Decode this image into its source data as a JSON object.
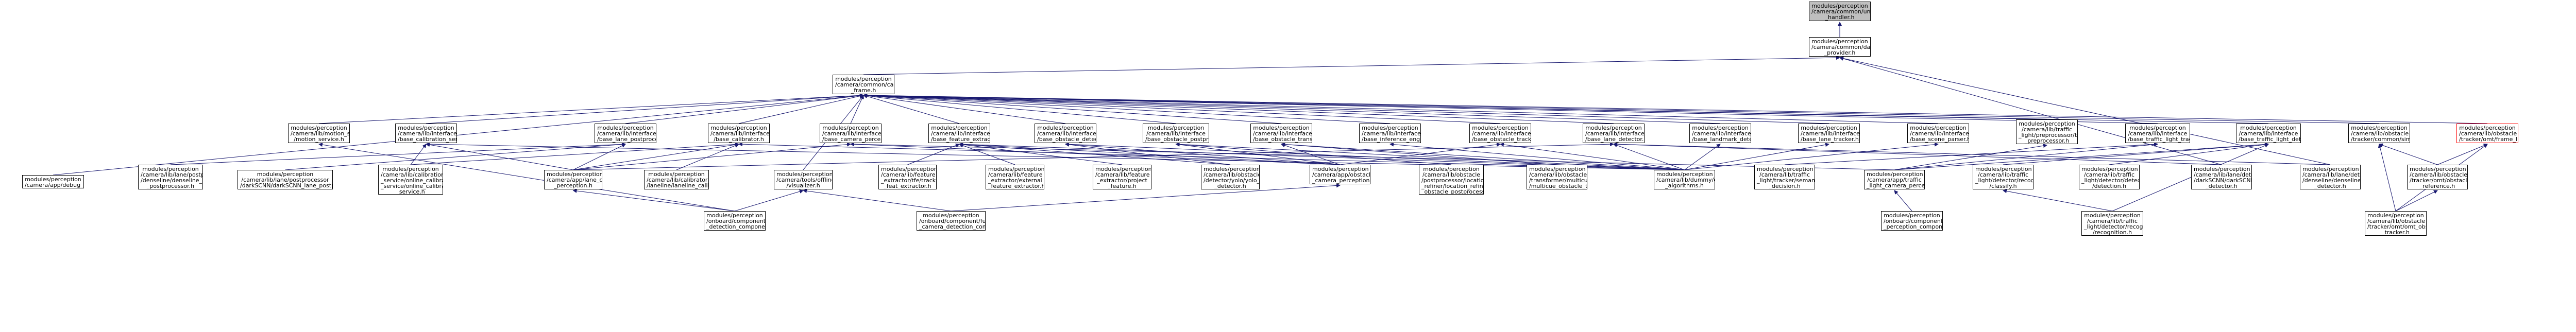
{
  "graph": {
    "nodes": [
      {
        "id": "n0",
        "kind": "root",
        "lines": [
          "modules/perception",
          "/camera/common/undistortion",
          "_handler.h"
        ]
      },
      {
        "id": "n1",
        "lines": [
          "modules/perception",
          "/camera/common/data",
          "_provider.h"
        ]
      },
      {
        "id": "n2",
        "lines": [
          "modules/perception",
          "/camera/common/camera",
          "_frame.h"
        ]
      },
      {
        "id": "n3",
        "lines": [
          "modules/perception",
          "/camera/lib/motion_service",
          "/motion_service.h"
        ]
      },
      {
        "id": "n4",
        "lines": [
          "modules/perception",
          "/camera/lib/interface",
          "/base_calibration_service.h"
        ]
      },
      {
        "id": "n5",
        "lines": [
          "modules/perception",
          "/camera/lib/interface",
          "/base_lane_postprocessor.h"
        ]
      },
      {
        "id": "n6",
        "lines": [
          "modules/perception",
          "/camera/lib/interface",
          "/base_calibrator.h"
        ]
      },
      {
        "id": "n7",
        "lines": [
          "modules/perception",
          "/camera/lib/interface",
          "/base_camera_perception.h"
        ]
      },
      {
        "id": "n8",
        "lines": [
          "modules/perception",
          "/camera/lib/interface",
          "/base_feature_extractor.h"
        ]
      },
      {
        "id": "n9",
        "lines": [
          "modules/perception",
          "/camera/lib/interface",
          "/base_obstacle_detector.h"
        ]
      },
      {
        "id": "n10",
        "lines": [
          "modules/perception",
          "/camera/lib/interface",
          "/base_obstacle_postprocessor.h"
        ]
      },
      {
        "id": "n11",
        "lines": [
          "modules/perception",
          "/camera/lib/interface",
          "/base_obstacle_transformer.h"
        ]
      },
      {
        "id": "n12",
        "lines": [
          "modules/perception",
          "/camera/lib/interface",
          "/base_inference_engine.h"
        ]
      },
      {
        "id": "n13",
        "lines": [
          "modules/perception",
          "/camera/lib/interface",
          "/base_obstacle_tracker.h"
        ]
      },
      {
        "id": "n14",
        "lines": [
          "modules/perception",
          "/camera/lib/interface",
          "/base_lane_detector.h"
        ]
      },
      {
        "id": "n15",
        "lines": [
          "modules/perception",
          "/camera/lib/interface",
          "/base_landmark_detector.h"
        ]
      },
      {
        "id": "n16",
        "lines": [
          "modules/perception",
          "/camera/lib/interface",
          "/base_lane_tracker.h"
        ]
      },
      {
        "id": "n17",
        "lines": [
          "modules/perception",
          "/camera/lib/interface",
          "/base_scene_parser.h"
        ]
      },
      {
        "id": "n18",
        "lines": [
          "modules/perception",
          "/camera/lib/traffic",
          "_light/preprocessor/tl",
          "_preprocessor.h"
        ]
      },
      {
        "id": "n19",
        "lines": [
          "modules/perception",
          "/camera/lib/interface",
          "/base_traffic_light_tracker.h"
        ]
      },
      {
        "id": "n20",
        "lines": [
          "modules/perception",
          "/camera/lib/interface",
          "/base_traffic_light_detector.h"
        ]
      },
      {
        "id": "n21",
        "lines": [
          "modules/perception",
          "/camera/lib/obstacle",
          "/tracker/common/similar.h"
        ]
      },
      {
        "id": "n22",
        "kind": "red",
        "lines": [
          "modules/perception",
          "/camera/lib/obstacle",
          "/tracker/omt/frame_list.h"
        ]
      },
      {
        "id": "n23",
        "lines": [
          "modules/perception",
          "/camera/app/debug_info.h"
        ]
      },
      {
        "id": "n24",
        "lines": [
          "modules/perception",
          "/camera/lib/lane/postprocessor",
          "/denseline/denseline_lane",
          "_postprocessor.h"
        ]
      },
      {
        "id": "n25",
        "lines": [
          "modules/perception",
          "/camera/lib/lane/postprocessor",
          "/darkSCNN/darkSCNN_lane_postprocessor.h"
        ]
      },
      {
        "id": "n26",
        "lines": [
          "modules/perception",
          "/camera/lib/calibration",
          "_service/online_calibration",
          "_service/online_calibration",
          "_service.h"
        ]
      },
      {
        "id": "n27",
        "lines": [
          "modules/perception",
          "/camera/app/lane_camera",
          "_perception.h"
        ]
      },
      {
        "id": "n28",
        "lines": [
          "modules/perception",
          "/camera/lib/calibrator",
          "/laneline/laneline_calibrator.h"
        ]
      },
      {
        "id": "n29",
        "lines": [
          "modules/perception",
          "/camera/tools/offline",
          "/visualizer.h"
        ]
      },
      {
        "id": "n30",
        "lines": [
          "modules/perception",
          "/camera/lib/feature",
          "_extractor/tfe/tracking",
          "_feat_extractor.h"
        ]
      },
      {
        "id": "n31",
        "lines": [
          "modules/perception",
          "/camera/lib/feature",
          "_extractor/external",
          "_feature_extractor.h"
        ]
      },
      {
        "id": "n32",
        "lines": [
          "modules/perception",
          "/camera/lib/feature",
          "_extractor/project",
          "_feature.h"
        ]
      },
      {
        "id": "n33",
        "lines": [
          "modules/perception",
          "/camera/lib/obstacle",
          "/detector/yolo/yolo_obstacle",
          "_detector.h"
        ]
      },
      {
        "id": "n34",
        "lines": [
          "modules/perception",
          "/camera/app/obstacle",
          "_camera_perception.h"
        ]
      },
      {
        "id": "n35",
        "lines": [
          "modules/perception",
          "/camera/lib/obstacle",
          "/postprocessor/location",
          "_refiner/location_refiner",
          "_obstacle_postprocessor.h"
        ]
      },
      {
        "id": "n36",
        "lines": [
          "modules/perception",
          "/camera/lib/obstacle",
          "/transformer/multicue",
          "/multicue_obstacle_transformer.h"
        ]
      },
      {
        "id": "n37",
        "lines": [
          "modules/perception",
          "/camera/lib/dummy/dummy",
          "_algorithms.h"
        ]
      },
      {
        "id": "n38",
        "lines": [
          "modules/perception",
          "/camera/lib/traffic",
          "_light/tracker/semantic",
          "_decision.h"
        ]
      },
      {
        "id": "n39",
        "lines": [
          "modules/perception",
          "/camera/app/traffic",
          "_light_camera_perception.h"
        ]
      },
      {
        "id": "n40",
        "lines": [
          "modules/perception",
          "/camera/lib/traffic",
          "_light/detector/recognition",
          "/classify.h"
        ]
      },
      {
        "id": "n41",
        "lines": [
          "modules/perception",
          "/camera/lib/traffic",
          "_light/detector/detection",
          "/detection.h"
        ]
      },
      {
        "id": "n42",
        "lines": [
          "modules/perception",
          "/camera/lib/lane/detector",
          "/darkSCNN/darkSCNN_lane",
          "_detector.h"
        ]
      },
      {
        "id": "n43",
        "lines": [
          "modules/perception",
          "/camera/lib/lane/detector",
          "/denseline/denseline_lane",
          "_detector.h"
        ]
      },
      {
        "id": "n44",
        "lines": [
          "modules/perception",
          "/camera/lib/obstacle",
          "/tracker/omt/obstacle",
          "_reference.h"
        ]
      },
      {
        "id": "n45",
        "lines": [
          "modules/perception",
          "/onboard/component/lane",
          "_detection_component.h"
        ]
      },
      {
        "id": "n46",
        "lines": [
          "modules/perception",
          "/onboard/component/fusion",
          "_camera_detection_component.h"
        ]
      },
      {
        "id": "n47",
        "lines": [
          "modules/perception",
          "/onboard/component/trafficlights",
          "_perception_component.h"
        ]
      },
      {
        "id": "n48",
        "lines": [
          "modules/perception",
          "/camera/lib/traffic",
          "_light/detector/recognition",
          "/recognition.h"
        ]
      },
      {
        "id": "n49",
        "lines": [
          "modules/perception",
          "/camera/lib/obstacle",
          "/tracker/omt/omt_obstacle",
          "_tracker.h"
        ]
      }
    ],
    "edges": [
      [
        "n1",
        "n0"
      ],
      [
        "n2",
        "n1"
      ],
      [
        "n3",
        "n2"
      ],
      [
        "n4",
        "n2"
      ],
      [
        "n5",
        "n2"
      ],
      [
        "n6",
        "n2"
      ],
      [
        "n7",
        "n2"
      ],
      [
        "n8",
        "n2"
      ],
      [
        "n9",
        "n2"
      ],
      [
        "n10",
        "n2"
      ],
      [
        "n11",
        "n2"
      ],
      [
        "n12",
        "n2"
      ],
      [
        "n13",
        "n2"
      ],
      [
        "n14",
        "n2"
      ],
      [
        "n15",
        "n2"
      ],
      [
        "n16",
        "n2"
      ],
      [
        "n17",
        "n2"
      ],
      [
        "n18",
        "n2"
      ],
      [
        "n19",
        "n2"
      ],
      [
        "n20",
        "n2"
      ],
      [
        "n21",
        "n2"
      ],
      [
        "n22",
        "n2"
      ],
      [
        "n23",
        "n2"
      ],
      [
        "n29",
        "n2"
      ],
      [
        "n42",
        "n1"
      ],
      [
        "n43",
        "n1"
      ],
      [
        "n45",
        "n3"
      ],
      [
        "n24",
        "n5"
      ],
      [
        "n25",
        "n5"
      ],
      [
        "n27",
        "n5"
      ],
      [
        "n26",
        "n4"
      ],
      [
        "n27",
        "n4"
      ],
      [
        "n37",
        "n4"
      ],
      [
        "n28",
        "n6"
      ],
      [
        "n26",
        "n6"
      ],
      [
        "n37",
        "n6"
      ],
      [
        "n27",
        "n6"
      ],
      [
        "n27",
        "n7"
      ],
      [
        "n34",
        "n7"
      ],
      [
        "n39",
        "n7"
      ],
      [
        "n30",
        "n8"
      ],
      [
        "n31",
        "n8"
      ],
      [
        "n32",
        "n8"
      ],
      [
        "n33",
        "n8"
      ],
      [
        "n34",
        "n8"
      ],
      [
        "n37",
        "n8"
      ],
      [
        "n33",
        "n9"
      ],
      [
        "n34",
        "n9"
      ],
      [
        "n37",
        "n9"
      ],
      [
        "n35",
        "n10"
      ],
      [
        "n34",
        "n10"
      ],
      [
        "n37",
        "n10"
      ],
      [
        "n36",
        "n11"
      ],
      [
        "n34",
        "n11"
      ],
      [
        "n37",
        "n11"
      ],
      [
        "n37",
        "n12"
      ],
      [
        "n34",
        "n13"
      ],
      [
        "n37",
        "n13"
      ],
      [
        "n42",
        "n14"
      ],
      [
        "n43",
        "n14"
      ],
      [
        "n27",
        "n14"
      ],
      [
        "n37",
        "n14"
      ],
      [
        "n37",
        "n15"
      ],
      [
        "n37",
        "n16"
      ],
      [
        "n37",
        "n17"
      ],
      [
        "n39",
        "n18"
      ],
      [
        "n38",
        "n19"
      ],
      [
        "n39",
        "n19"
      ],
      [
        "n40",
        "n20"
      ],
      [
        "n41",
        "n20"
      ],
      [
        "n48",
        "n20"
      ],
      [
        "n39",
        "n20"
      ],
      [
        "n44",
        "n21"
      ],
      [
        "n49",
        "n21"
      ],
      [
        "n44",
        "n22"
      ],
      [
        "n49",
        "n22"
      ],
      [
        "n49",
        "n44"
      ],
      [
        "n45",
        "n27"
      ],
      [
        "n45",
        "n29"
      ],
      [
        "n46",
        "n29"
      ],
      [
        "n46",
        "n34"
      ],
      [
        "n47",
        "n39"
      ],
      [
        "n48",
        "n40"
      ]
    ]
  }
}
